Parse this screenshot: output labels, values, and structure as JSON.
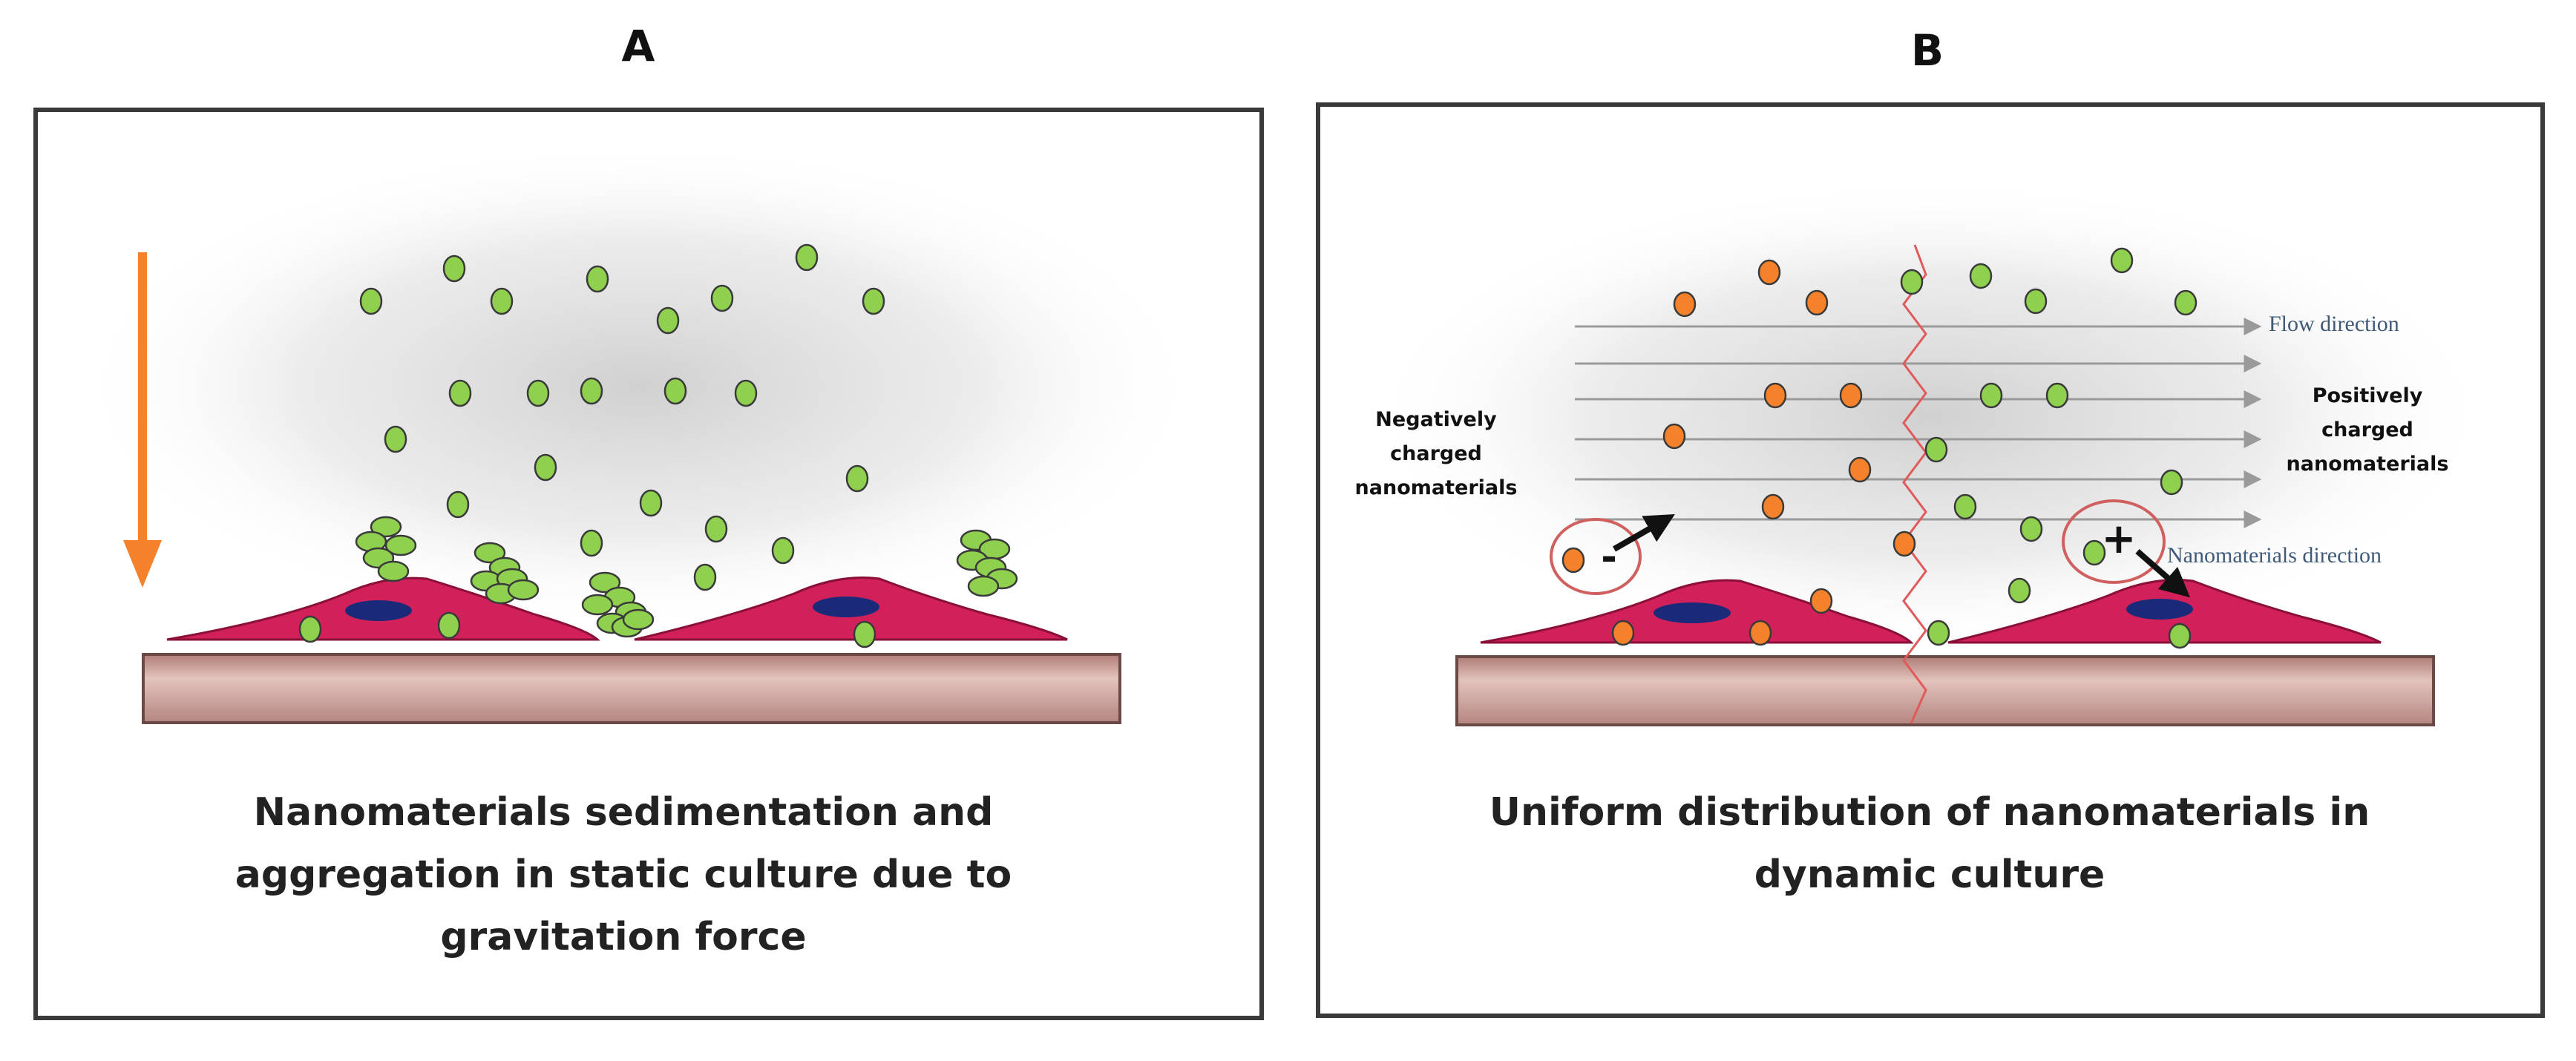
{
  "panel_a": {
    "label": "A",
    "caption": [
      "Nanomaterials sedimentation and",
      "aggregation in static culture due to",
      "gravitation force"
    ]
  },
  "panel_b": {
    "label": "B",
    "caption": [
      "Uniform distribution of nanomaterials in",
      "dynamic culture"
    ],
    "flow_label": "Flow direction",
    "nano_direction_label": "Nanomaterials  direction",
    "negative_label": [
      "Negatively",
      "charged",
      "nanomaterials"
    ],
    "positive_label": [
      "Positively",
      "charged",
      "nanomaterials"
    ],
    "minus_sign": "-",
    "plus_sign": "+"
  },
  "colors": {
    "green_particle": "#8fd14f",
    "orange_particle": "#f5822a",
    "cell": "#d2215a",
    "nucleus": "#1a2a78",
    "substrate": "#c9a09a",
    "gravity_arrow": "#f5822a",
    "flow_line": "#9a9a9a",
    "annotation_text": "#3f5a78",
    "circle_outline": "#d06060"
  }
}
